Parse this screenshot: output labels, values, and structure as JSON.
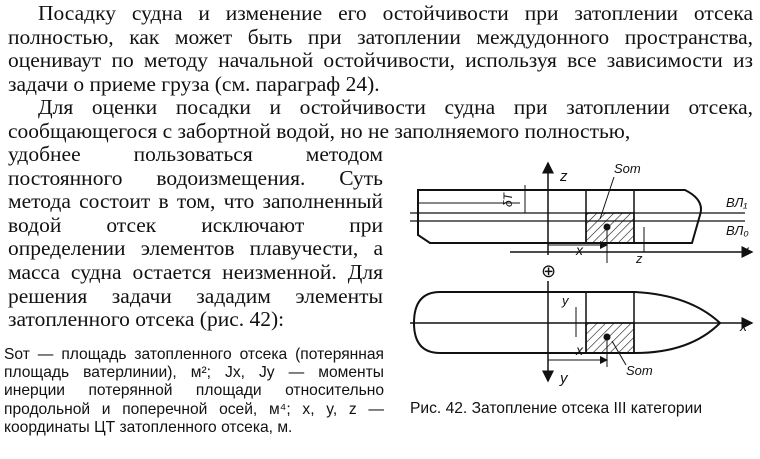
{
  "text": {
    "p1": "Посадку судна и изменение его остойчивости при затоплении отсека полностью, как может быть при затоплении междудонного пространства, оцениваут по методу начальной остойчивости, используя все зависимости из задачи о приеме груза (см. параграф 24).",
    "p2": "Для оценки посадки и остойчивости судна при затоплении отсека, сообщающегося с забортной водой, но не заполняемого полностью,",
    "p3": "удобнее пользоваться методом постоянного водоизмещения. Суть метода состоит в том, что заполненный водой отсек исключают при определении элементов плавучести, а масса судна остается неизменной. Для решения задачи зададим элементы затопленного отсека (рис. 42):",
    "defs": "Sот — площадь затопленного отсека (потерянная площадь ватерлинии), м²; Jx, Jy — моменты инерции потерянной площади относительно продольной и поперечной осей, м⁴; x, y, z — координаты ЦТ затопленного отсека, м.",
    "caption": "Рис. 42. Затопление отсека III категории"
  },
  "figure": {
    "labels": {
      "z": "z",
      "s_top": "Sот",
      "s_bottom": "Sот",
      "wl1": "ВЛ₁",
      "wl0": "ВЛ₀",
      "x_axis_top": "x",
      "x_axis_bottom": "x",
      "x_dim_top": "x",
      "x_dim_bottom": "x",
      "z_dim": "z",
      "dt": "δT",
      "y_dim": "y",
      "y_axis": "y",
      "midship": "⊕"
    }
  }
}
